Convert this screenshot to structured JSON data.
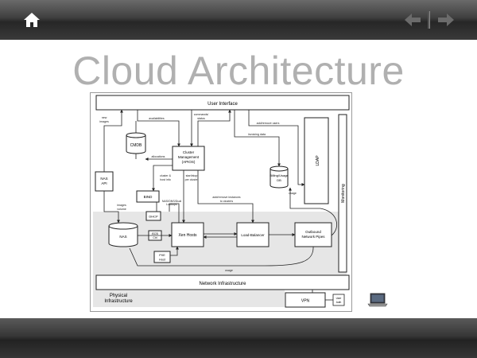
{
  "app": {
    "home_icon": "home-icon",
    "prev_icon": "arrow-left-icon",
    "next_icon": "arrow-right-icon"
  },
  "slide": {
    "title": "Cloud Architecture"
  },
  "diagram": {
    "user_interface": "User Interface",
    "cmdb": "CMDB",
    "cluster_management": [
      "Cluster",
      "Management",
      "(APIOS)"
    ],
    "nas_api": [
      "NAS",
      "API"
    ],
    "bind": "BIND",
    "dhcp": "DHCP",
    "nas": "NAS",
    "iscsi": [
      "iSCSI",
      "Ctrl"
    ],
    "pxe_host": [
      "PXE",
      "Host"
    ],
    "xen_hosts": "Xen Hosts",
    "load_balancer": "Load-Balancer",
    "outbound_network_pipes": [
      "Outbound",
      "Network Pipes"
    ],
    "billing_usage_db": [
      "Billing/Usage",
      "DB"
    ],
    "ldap": "LDAP",
    "monitoring": "Monitoring",
    "network_infrastructure": "Network Infrastructure",
    "physical_infrastructure": [
      "Physical",
      "Infrastructure"
    ],
    "vpn": "VPN",
    "user_auth": [
      "User",
      "Auth"
    ],
    "laptop_icon": "laptop-icon",
    "labels": {
      "new_images": [
        "new",
        "images"
      ],
      "availabilities": "availabilities",
      "commands_status": [
        "commands/",
        "status"
      ],
      "add_remove_users": "add/remove users",
      "invoicing_data": "invoicing data",
      "allocations": "allocations",
      "cluster_host_info": [
        "cluster &",
        "host info"
      ],
      "start_stop_per_cluster": [
        "start/stop",
        "per cluster"
      ],
      "nas_dns_lookups": [
        "NAS/DNS/Dual",
        "Lookups"
      ],
      "add_remove_instances": [
        "add/remove instances",
        "to clusters"
      ],
      "images_volume": [
        "images",
        "volume"
      ],
      "usage_right": "usage",
      "usage_bottom": "usage"
    }
  }
}
